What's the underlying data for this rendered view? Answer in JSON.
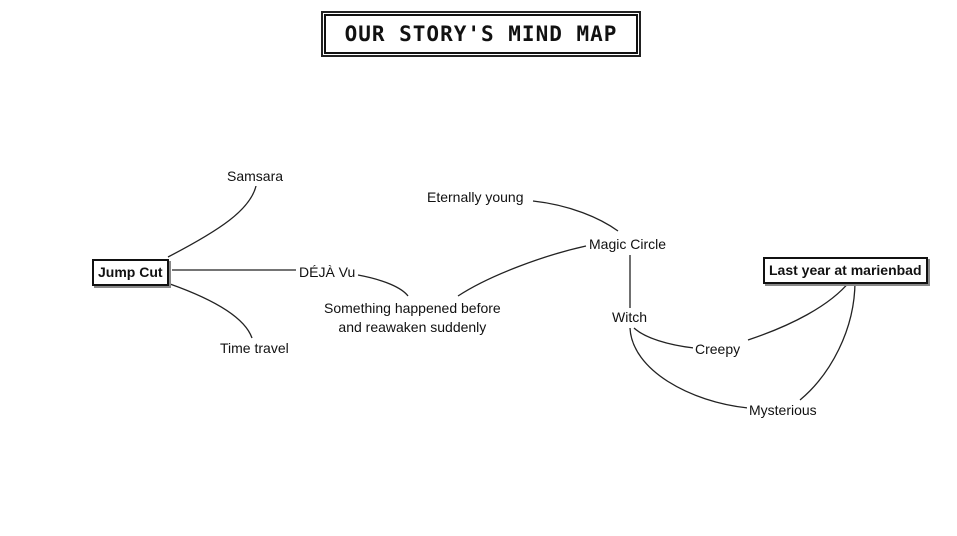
{
  "title": "OUR STORY'S MIND MAP",
  "nodes": {
    "samsara": "Samsara",
    "jump_cut": "Jump Cut",
    "time_travel": "Time travel",
    "deja_vu": "DÉJÀ Vu",
    "something_line1": "Something happened before",
    "something_line2": "and reawaken suddenly",
    "eternally_young": "Eternally young",
    "magic_circle": "Magic Circle",
    "witch": "Witch",
    "creepy": "Creepy",
    "mysterious": "Mysterious",
    "marienbad": "Last year at marienbad"
  }
}
